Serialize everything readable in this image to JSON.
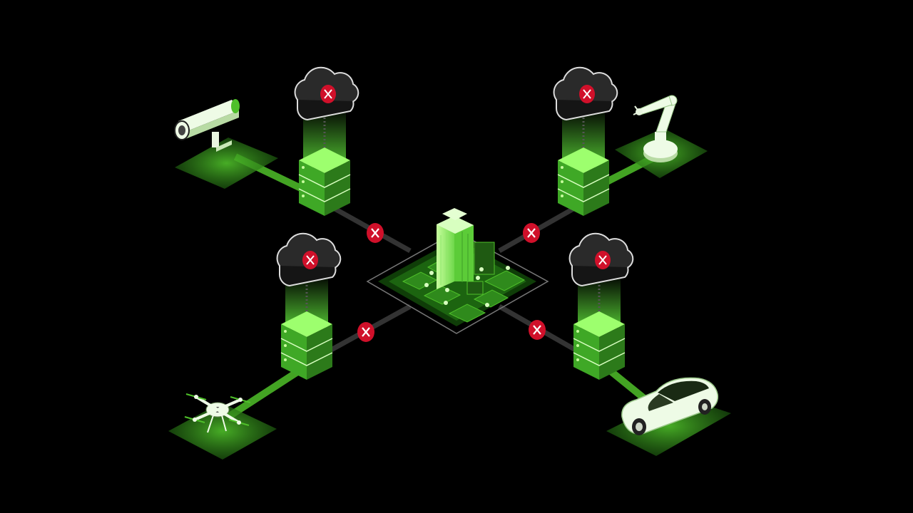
{
  "diagram": {
    "type": "isometric-edge-network",
    "hub": {
      "icon": "city-hub-icon"
    },
    "nodes": [
      {
        "id": "camera",
        "device_icon": "security-camera-icon",
        "server_icon": "edge-server-icon",
        "cloud_icon": "cloud-icon",
        "status_icon": "blocked-x-icon"
      },
      {
        "id": "robot",
        "device_icon": "robotic-arm-icon",
        "server_icon": "edge-server-icon",
        "cloud_icon": "cloud-icon",
        "status_icon": "blocked-x-icon"
      },
      {
        "id": "drone",
        "device_icon": "drone-icon",
        "server_icon": "edge-server-icon",
        "cloud_icon": "cloud-icon",
        "status_icon": "blocked-x-icon"
      },
      {
        "id": "car",
        "device_icon": "car-icon",
        "server_icon": "edge-server-icon",
        "cloud_icon": "cloud-icon",
        "status_icon": "blocked-x-icon"
      }
    ],
    "link_status_icon": "blocked-x-icon",
    "colors": {
      "background": "#000000",
      "accent_green": "#76b900",
      "bright_green": "#a8f07a",
      "dark_green": "#1f5a12",
      "blocked_red": "#d0102a",
      "cloud_gray": "#2a2a2a",
      "device_white": "#e8f5df"
    }
  }
}
